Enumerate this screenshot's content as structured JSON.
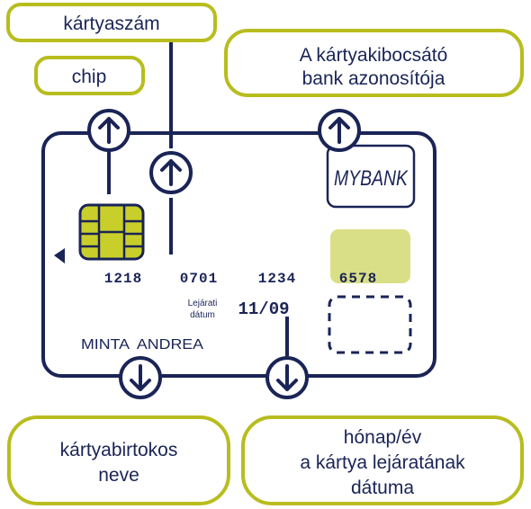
{
  "colors": {
    "navy": "#1a2456",
    "olive_border": "#b8bd1e",
    "chip_fill": "#c9cf2a",
    "pad_fill": "#d9df86",
    "background": "#ffffff"
  },
  "labels": {
    "card_number": "kártyaszám",
    "chip": "chip",
    "bank_id_line1": "A kártyakibocsátó",
    "bank_id_line2": "bank azonosítója",
    "holder_line1": "kártyabirtokos",
    "holder_line2": "neve",
    "expiry_line1": "hónap/év",
    "expiry_line2": "a kártya lejáratának",
    "expiry_line3": "dátuma"
  },
  "card": {
    "bank_logo": "MYBANK",
    "number_groups": [
      "1218",
      "0701",
      "1234",
      "6578"
    ],
    "expiry_caption_line1": "Lejárati",
    "expiry_caption_line2": "dátum",
    "expiry_value": "11/09",
    "holder_name": "MINTA  ANDREA"
  },
  "icons": {
    "up_arrow": "arrow-up-circle-icon",
    "down_arrow": "arrow-down-circle-icon",
    "left_marker": "triangle-left-icon"
  }
}
